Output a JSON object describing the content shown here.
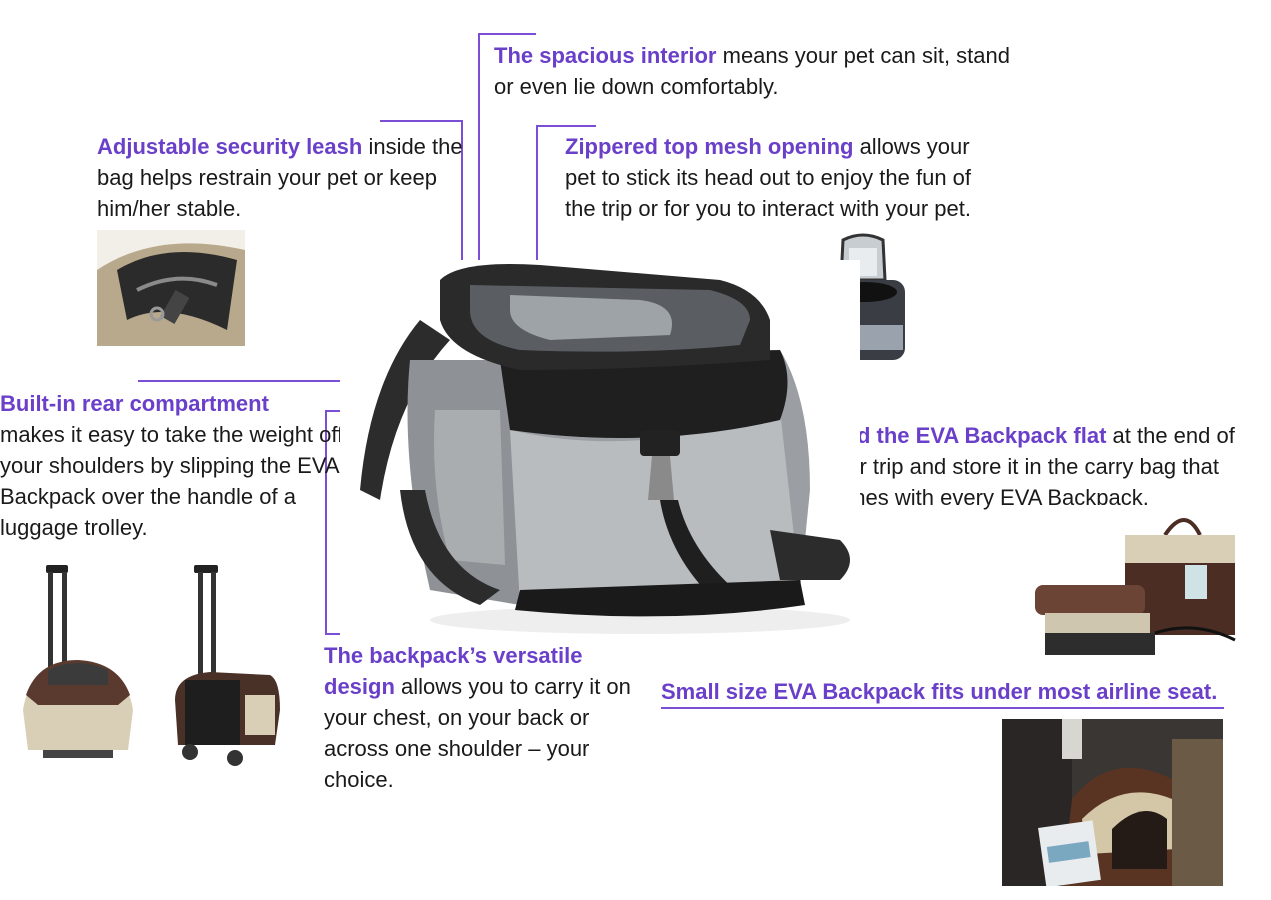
{
  "callouts": {
    "interior": {
      "highlight": "The spacious interior",
      "text": " means your pet can sit, stand or even lie down comfortably."
    },
    "leash": {
      "highlight": "Adjustable security leash",
      "text": " inside the bag helps restrain your pet or keep him/her stable."
    },
    "mesh": {
      "highlight": "Zippered top mesh opening",
      "text": " allows your pet to stick its head out to enjoy the fun of the trip or for you to interact with your pet."
    },
    "rear": {
      "highlight": "Built-in rear compartment",
      "text": "makes it easy to take the weight off your shoulders by slipping the EVA Backpack over the handle of a luggage trolley."
    },
    "fold": {
      "highlight": "Fold the EVA Backpack flat",
      "text": " at the end of your trip and store it in the carry bag that comes with every EVA Backpack."
    },
    "versatile": {
      "highlight": "The backpack’s versatile design",
      "text": " allows you to carry it on your chest, on your back or across one shoulder – your choice."
    },
    "airline": {
      "highlight": "Small size EVA Backpack fits under most airline seat."
    }
  },
  "colors": {
    "accent": "#6a3fc9",
    "text": "#1a1a1a",
    "line": "#7a4fd6"
  }
}
